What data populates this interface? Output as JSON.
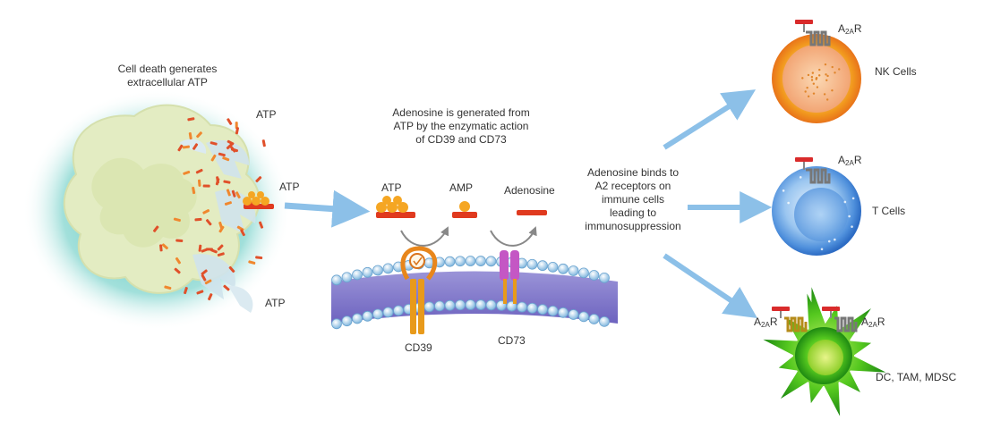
{
  "cell_death": {
    "line1": "Cell death generates",
    "line2": "extracellular ATP"
  },
  "atp_labels": {
    "top": "ATP",
    "middle": "ATP",
    "bottom": "ATP"
  },
  "enzymatic": {
    "line1": "Adenosine is generated from",
    "line2": "ATP by the enzymatic action",
    "line3": "of CD39 and CD73"
  },
  "pathway": {
    "atp": "ATP",
    "amp": "AMP",
    "adenosine": "Adenosine"
  },
  "enzymes": {
    "cd39": "CD39",
    "cd73": "CD73"
  },
  "binds": {
    "line1": "Adenosine binds to",
    "line2": "A2 receptors on",
    "line3": "immune cells",
    "line4": "leading to",
    "line5": "immunosuppression"
  },
  "receptor": {
    "prefix": "A",
    "subscript": "2A",
    "suffix": "R"
  },
  "cells": {
    "nk": "NK Cells",
    "t": "T Cells",
    "dc": "DC, TAM, MDSC"
  },
  "colors": {
    "arrow": "#8cc0e8",
    "atp_stick": "#e0502a",
    "receptor_red": "#d92b2b",
    "nk_outer": "#f5b23a",
    "t_outer": "#5a9ee6",
    "dc_green": "#3fbf1f",
    "membrane": "#7a73c7"
  }
}
